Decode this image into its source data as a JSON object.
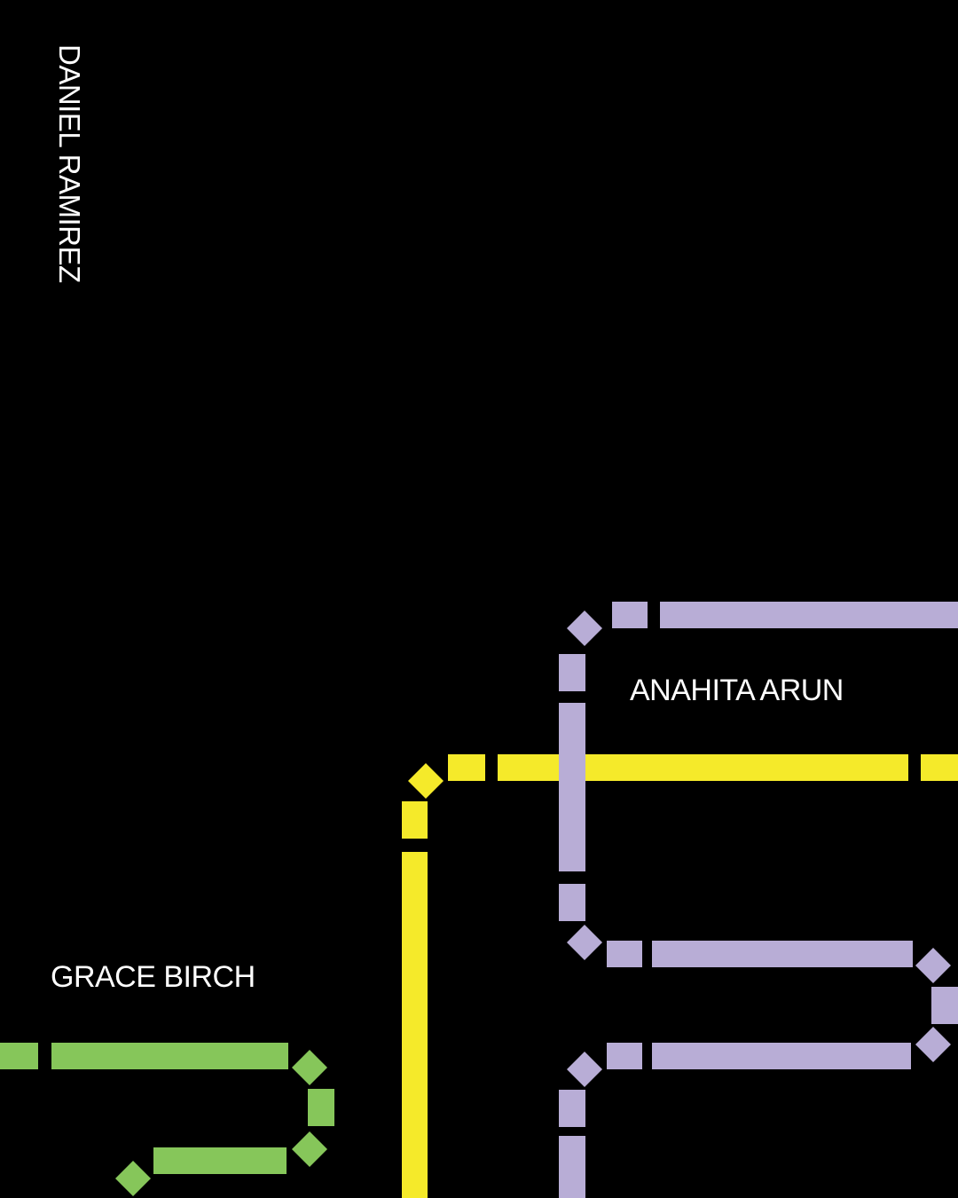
{
  "names": {
    "vertical": "DANIEL RAMIREZ",
    "purple_line": "ANAHITA ARUN",
    "green_line": "GRACE BIRCH"
  },
  "colors": {
    "background": "#000000",
    "text": "#ffffff",
    "purple": "#b8add6",
    "yellow": "#f5ea2a",
    "green": "#86c65a"
  }
}
